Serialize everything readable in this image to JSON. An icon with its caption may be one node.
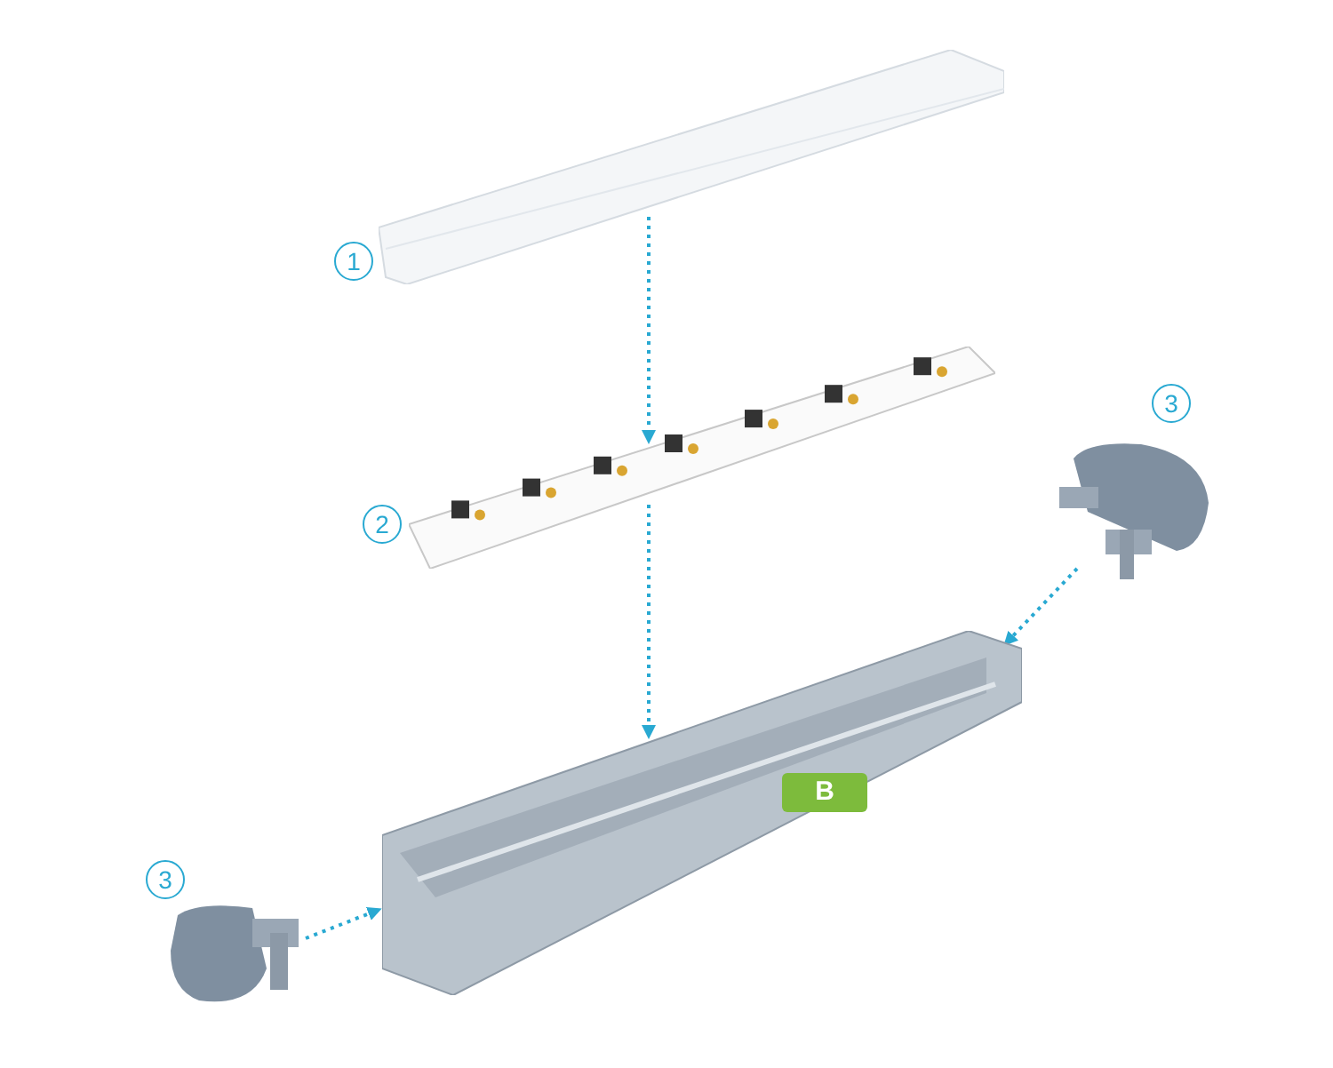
{
  "diagram": {
    "nodes": [
      {
        "text": [],
        "shape": "picture",
        "beside": [
          "1"
        ]
      },
      {
        "text": [],
        "shape": "picture",
        "beside": [
          "2"
        ]
      },
      {
        "text": [],
        "shape": "picture",
        "beside": [
          "3"
        ]
      },
      {
        "text": [],
        "shape": "picture"
      },
      {
        "text": [
          "B"
        ],
        "in": 3
      },
      {
        "text": [],
        "shape": "picture",
        "beside": [
          "3"
        ]
      }
    ],
    "edges": [
      {
        "from": 0,
        "to": 1,
        "arrow": "to",
        "style": "dashed"
      },
      {
        "from": 1,
        "to": 3,
        "arrow": "to",
        "style": "dashed"
      },
      {
        "from": 2,
        "to": 3,
        "arrow": "to",
        "style": "dashed"
      },
      {
        "from": 5,
        "to": 3,
        "arrow": "to",
        "style": "dashed"
      }
    ]
  }
}
